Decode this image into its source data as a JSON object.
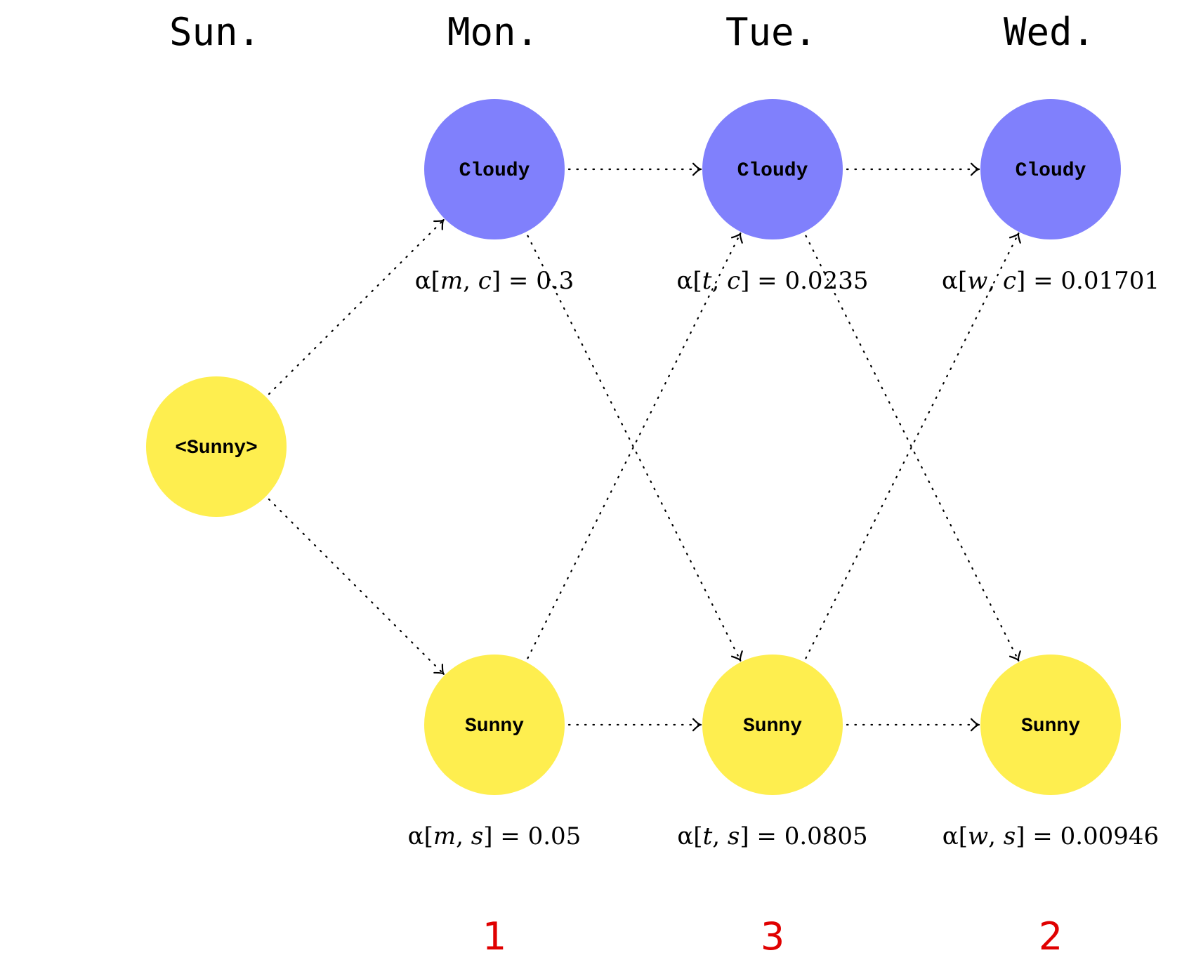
{
  "days": [
    {
      "key": "sun",
      "label": "Sun."
    },
    {
      "key": "mon",
      "label": "Mon."
    },
    {
      "key": "tue",
      "label": "Tue."
    },
    {
      "key": "wed",
      "label": "Wed."
    }
  ],
  "colors": {
    "cloudy": "#8080fc",
    "sunny": "#feee4f",
    "observation": "#e00000"
  },
  "nodes": {
    "start": {
      "label": "<Sunny>",
      "state": "sunny"
    },
    "mon_c": {
      "label": "Cloudy",
      "state": "cloudy"
    },
    "tue_c": {
      "label": "Cloudy",
      "state": "cloudy"
    },
    "wed_c": {
      "label": "Cloudy",
      "state": "cloudy"
    },
    "mon_s": {
      "label": "Sunny",
      "state": "sunny"
    },
    "tue_s": {
      "label": "Sunny",
      "state": "sunny"
    },
    "wed_s": {
      "label": "Sunny",
      "state": "sunny"
    }
  },
  "edges": [
    {
      "from": "start",
      "to": "mon_c"
    },
    {
      "from": "start",
      "to": "mon_s"
    },
    {
      "from": "mon_c",
      "to": "tue_c"
    },
    {
      "from": "mon_c",
      "to": "tue_s"
    },
    {
      "from": "mon_s",
      "to": "tue_c"
    },
    {
      "from": "mon_s",
      "to": "tue_s"
    },
    {
      "from": "tue_c",
      "to": "wed_c"
    },
    {
      "from": "tue_c",
      "to": "wed_s"
    },
    {
      "from": "tue_s",
      "to": "wed_c"
    },
    {
      "from": "tue_s",
      "to": "wed_s"
    }
  ],
  "alphas": {
    "mon_c": {
      "day": "m",
      "state": "c",
      "value": "0.3"
    },
    "tue_c": {
      "day": "t",
      "state": "c",
      "value": "0.0235"
    },
    "wed_c": {
      "day": "w",
      "state": "c",
      "value": "0.01701"
    },
    "mon_s": {
      "day": "m",
      "state": "s",
      "value": "0.05"
    },
    "tue_s": {
      "day": "t",
      "state": "s",
      "value": "0.0805"
    },
    "wed_s": {
      "day": "w",
      "state": "s",
      "value": "0.00946"
    }
  },
  "alpha_symbol": "α",
  "observations": [
    {
      "day": "mon",
      "value": "1"
    },
    {
      "day": "tue",
      "value": "3"
    },
    {
      "day": "wed",
      "value": "2"
    }
  ]
}
